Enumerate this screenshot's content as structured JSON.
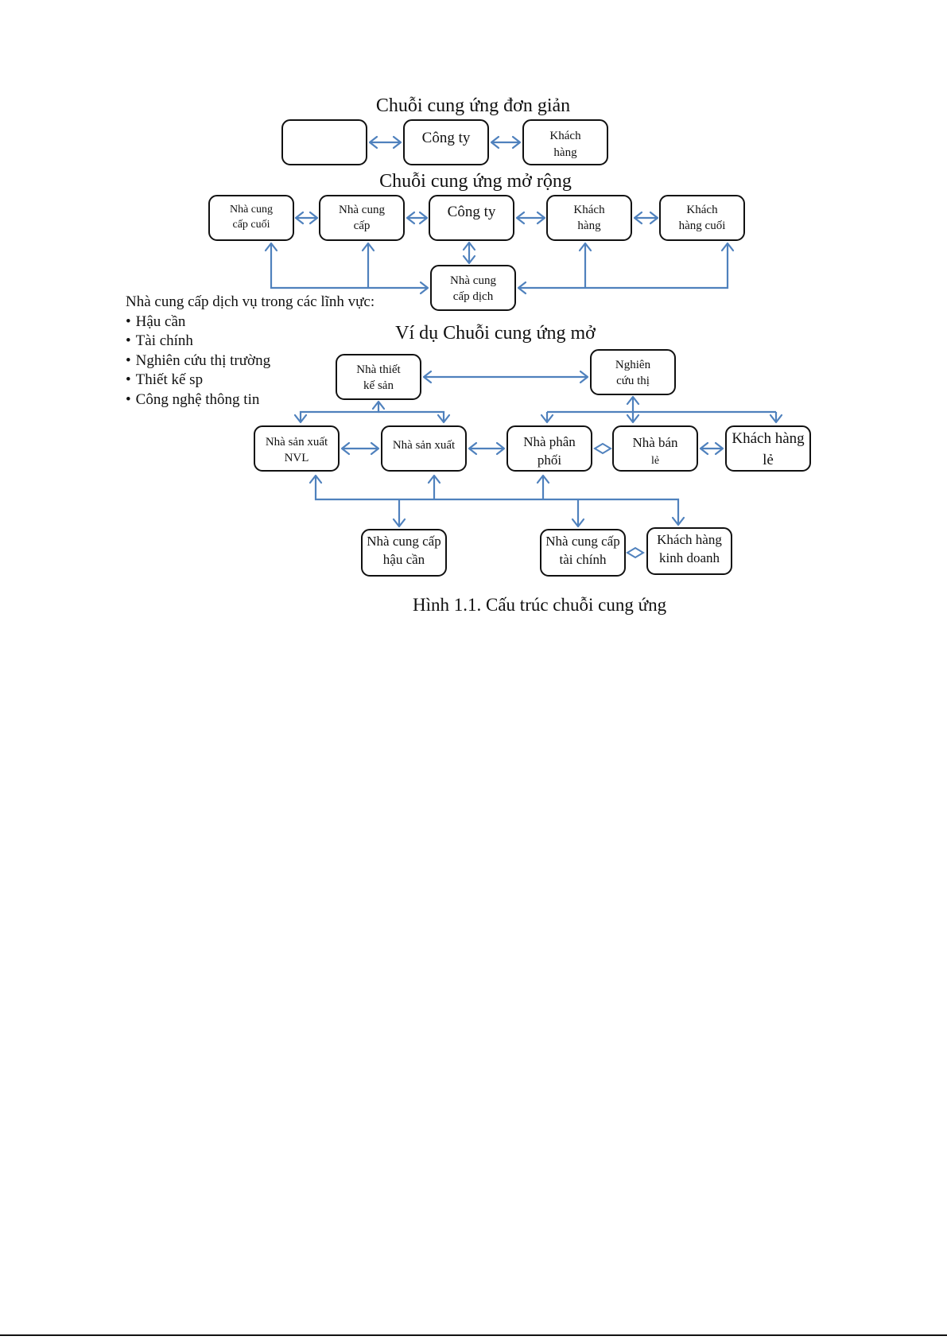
{
  "simple": {
    "title": "Chuỗi cung ứng đơn giản",
    "nodes": {
      "blank": "",
      "company": [
        "Công ty"
      ],
      "customer": [
        "Khách",
        "hàng"
      ]
    }
  },
  "extended": {
    "title": "Chuỗi cung ứng mở rộng",
    "nodes": {
      "ultimate_supplier": [
        "Nhà cung",
        "cấp cuối"
      ],
      "supplier": [
        "Nhà cung",
        "cấp"
      ],
      "company": [
        "Công ty"
      ],
      "customer": [
        "Khách",
        "hàng"
      ],
      "ultimate_customer": [
        "Khách",
        "hàng cuối"
      ],
      "service_provider": [
        "Nhà cung",
        "cấp dịch"
      ]
    }
  },
  "services": {
    "title": "Nhà cung cấp dịch vụ trong các lĩnh vực:",
    "items": [
      "Hậu cần",
      "Tài chính",
      "Nghiên cứu thị trường",
      "Thiết kế sp",
      "Công nghệ thông tin"
    ]
  },
  "example": {
    "title": "Ví dụ Chuỗi cung ứng mở",
    "nodes": {
      "designer": [
        "Nhà thiết",
        "kế sản"
      ],
      "research": [
        "Nghiên",
        "cứu thị"
      ],
      "raw_maker": [
        "Nhà sản xuất",
        "NVL"
      ],
      "maker": [
        "Nhà sản xuất"
      ],
      "distributor": [
        "Nhà phân",
        "phối"
      ],
      "retailer": [
        "Nhà bán",
        "lẻ"
      ],
      "retail_customer": [
        "Khách hàng",
        "lẻ"
      ],
      "logistics": [
        "Nhà cung cấp",
        "hậu cần"
      ],
      "finance": [
        "Nhà cung cấp",
        "tài chính"
      ],
      "business_customer": [
        "Khách hàng",
        "kinh doanh"
      ]
    }
  },
  "caption": "Hình 1.1. Cấu trúc chuỗi cung ứng",
  "colors": {
    "connector": "#4f81bd",
    "box_border": "#111111"
  }
}
